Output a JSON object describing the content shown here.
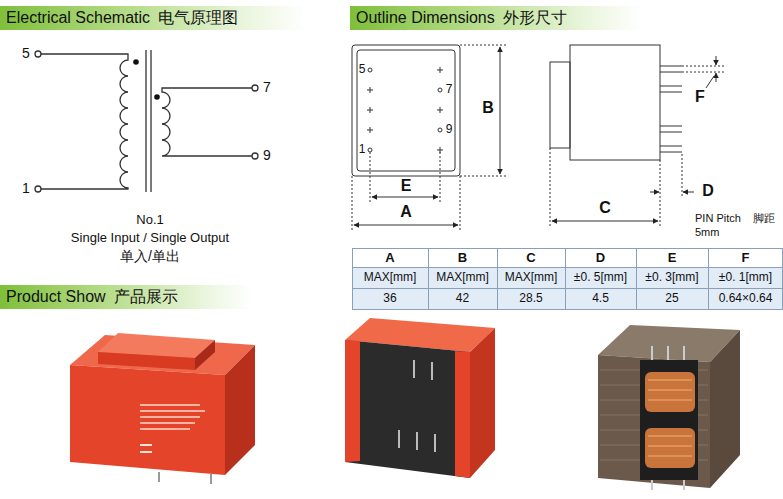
{
  "diagram": {
    "nodes": [
      {
        "text": [
          "Electrical Schematic",
          "电气原理图"
        ]
      },
      {
        "text": [
          "Outline Dimensions",
          "外形尺寸"
        ]
      },
      {
        "text": [
          "Product Show",
          "产品展示"
        ]
      }
    ],
    "labels": [
      "5",
      "1",
      "7",
      "9",
      "No.1",
      "Single Input / Single Output",
      "单入/单出",
      "5",
      "7",
      "9",
      "1",
      "B",
      "E",
      "A",
      "F",
      "D",
      "C",
      "PIN Pitch",
      "脚距",
      "5mm",
      "A",
      "B",
      "C",
      "D",
      "E",
      "F",
      "MAX[mm]",
      "MAX[mm]",
      "MAX[mm]",
      "±0. 5[mm]",
      "±0. 3[mm]",
      "±0. 1[mm]",
      "36",
      "42",
      "28.5",
      "4.5",
      "25",
      "0.64×0.64"
    ]
  }
}
